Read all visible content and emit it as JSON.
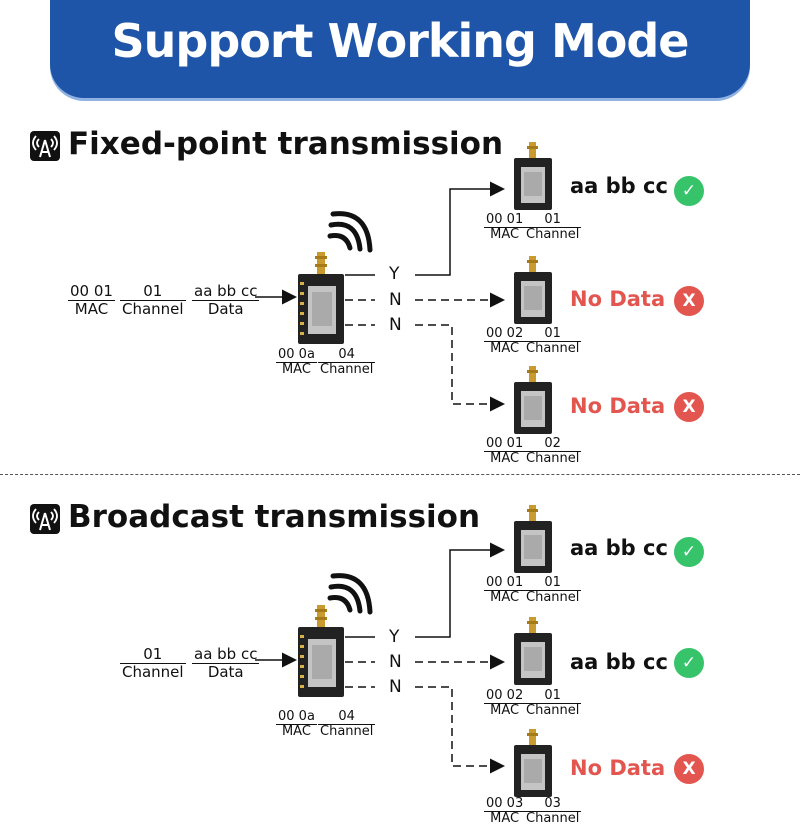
{
  "banner": {
    "title": "Support Working Mode"
  },
  "sections": [
    {
      "title": "Fixed-point transmission",
      "sender_input": {
        "mac": [
          "00 01",
          "MAC"
        ],
        "channel": [
          "01",
          "Channel"
        ],
        "data": [
          "aa bb cc",
          "Data"
        ]
      },
      "transmitter": {
        "mac": [
          "00 0a",
          "MAC"
        ],
        "channel": [
          "04",
          "Channel"
        ]
      },
      "paths": [
        "Y",
        "N",
        "N"
      ],
      "receivers": [
        {
          "mac": [
            "00 01",
            "MAC"
          ],
          "channel": [
            "01",
            "Channel"
          ],
          "result": "aa bb cc",
          "status": "check-icon"
        },
        {
          "mac": [
            "00 02",
            "MAC"
          ],
          "channel": [
            "01",
            "Channel"
          ],
          "result": "No Data",
          "status": "x-icon"
        },
        {
          "mac": [
            "00 01",
            "MAC"
          ],
          "channel": [
            "02",
            "Channel"
          ],
          "result": "No Data",
          "status": "x-icon"
        }
      ]
    },
    {
      "title": "Broadcast transmission",
      "sender_input": {
        "channel": [
          "01",
          "Channel"
        ],
        "data": [
          "aa bb cc",
          "Data"
        ]
      },
      "transmitter": {
        "mac": [
          "00 0a",
          "MAC"
        ],
        "channel": [
          "04",
          "Channel"
        ]
      },
      "paths": [
        "Y",
        "N",
        "N"
      ],
      "receivers": [
        {
          "mac": [
            "00 01",
            "MAC"
          ],
          "channel": [
            "01",
            "Channel"
          ],
          "result": "aa bb cc",
          "status": "check-icon"
        },
        {
          "mac": [
            "00 02",
            "MAC"
          ],
          "channel": [
            "01",
            "Channel"
          ],
          "result": "aa bb cc",
          "status": "check-icon"
        },
        {
          "mac": [
            "00 03",
            "MAC"
          ],
          "channel": [
            "03",
            "Channel"
          ],
          "result": "No Data",
          "status": "x-icon"
        }
      ]
    }
  ],
  "symbols": {
    "check": "✓",
    "cross": "X"
  },
  "colors": {
    "banner": "#1f55a8",
    "ok": "#36c36a",
    "fail": "#e3554f"
  }
}
